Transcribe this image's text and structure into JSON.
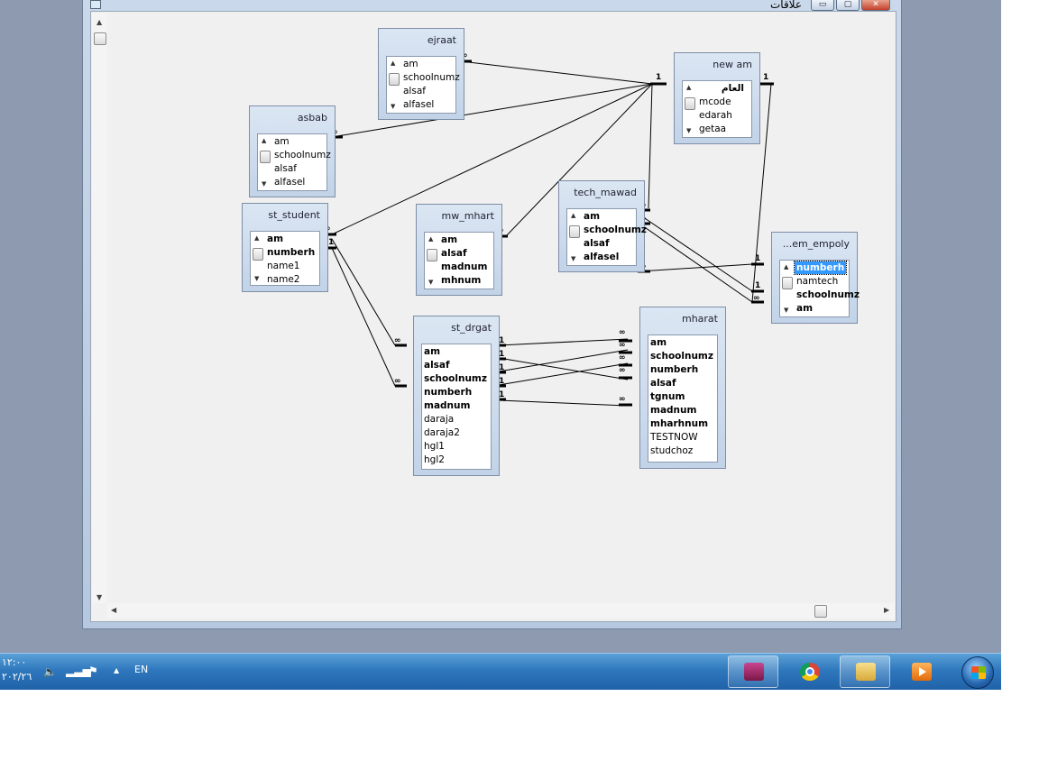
{
  "window": {
    "title": "علاقات",
    "minimize_glyph": "▭",
    "maximize_glyph": "▢",
    "close_glyph": "✕"
  },
  "tables": [
    {
      "id": "ejraat",
      "name": "ejraat",
      "fields": [
        {
          "text": "am"
        },
        {
          "text": "schoolnumz"
        },
        {
          "text": "alsaf"
        },
        {
          "text": "alfasel"
        }
      ]
    },
    {
      "id": "newam",
      "name": "new am",
      "fields": [
        {
          "text": "العام",
          "b": true,
          "rtl": true
        },
        {
          "text": "mcode"
        },
        {
          "text": "edarah"
        },
        {
          "text": "getaa"
        }
      ]
    },
    {
      "id": "asbab",
      "name": "asbab",
      "fields": [
        {
          "text": "am"
        },
        {
          "text": "schoolnumz"
        },
        {
          "text": "alsaf"
        },
        {
          "text": "alfasel"
        }
      ]
    },
    {
      "id": "ststudent",
      "name": "st_student",
      "fields": [
        {
          "text": "am",
          "b": true
        },
        {
          "text": "numberh",
          "b": true
        },
        {
          "text": "name1"
        },
        {
          "text": "name2"
        }
      ]
    },
    {
      "id": "mwmhart",
      "name": "mw_mhart",
      "fields": [
        {
          "text": "am",
          "b": true
        },
        {
          "text": "alsaf",
          "b": true
        },
        {
          "text": "madnum",
          "b": true
        },
        {
          "text": "mhnum",
          "b": true
        }
      ]
    },
    {
      "id": "techmawad",
      "name": "tech_mawad",
      "fields": [
        {
          "text": "am",
          "b": true
        },
        {
          "text": "schoolnumz",
          "b": true
        },
        {
          "text": "alsaf",
          "b": true
        },
        {
          "text": "alfasel",
          "b": true
        }
      ]
    },
    {
      "id": "emempoly",
      "name": "...em_empoly",
      "fields": [
        {
          "text": "numberh",
          "b": true,
          "sel": true
        },
        {
          "text": "namtech"
        },
        {
          "text": "schoolnumz",
          "b": true
        },
        {
          "text": "am",
          "b": true
        }
      ]
    },
    {
      "id": "stdrgat",
      "name": "st_drgat",
      "fields": [
        {
          "text": "am",
          "b": true
        },
        {
          "text": "alsaf",
          "b": true
        },
        {
          "text": "schoolnumz",
          "b": true
        },
        {
          "text": "numberh",
          "b": true
        },
        {
          "text": "madnum",
          "b": true
        },
        {
          "text": "daraja"
        },
        {
          "text": "daraja2"
        },
        {
          "text": "hgl1"
        },
        {
          "text": "hgl2"
        }
      ]
    },
    {
      "id": "mharat",
      "name": "mharat",
      "fields": [
        {
          "text": "am",
          "b": true
        },
        {
          "text": "schoolnumz",
          "b": true
        },
        {
          "text": "numberh",
          "b": true
        },
        {
          "text": "alsaf",
          "b": true
        },
        {
          "text": "tgnum",
          "b": true
        },
        {
          "text": "madnum",
          "b": true
        },
        {
          "text": "mharhnum",
          "b": true
        },
        {
          "text": "TESTNOW"
        },
        {
          "text": "studchoz"
        }
      ]
    }
  ],
  "relation_labels": {
    "one": "1",
    "many": "∞"
  },
  "taskbar": {
    "clock_time": "١٢:٠٠",
    "clock_date": "٢٠٢/٢٦",
    "language": "EN",
    "apps": [
      {
        "name": "access-app-button"
      },
      {
        "name": "chrome-app-button"
      },
      {
        "name": "explorer-app-button"
      },
      {
        "name": "media-player-app-button"
      }
    ]
  }
}
